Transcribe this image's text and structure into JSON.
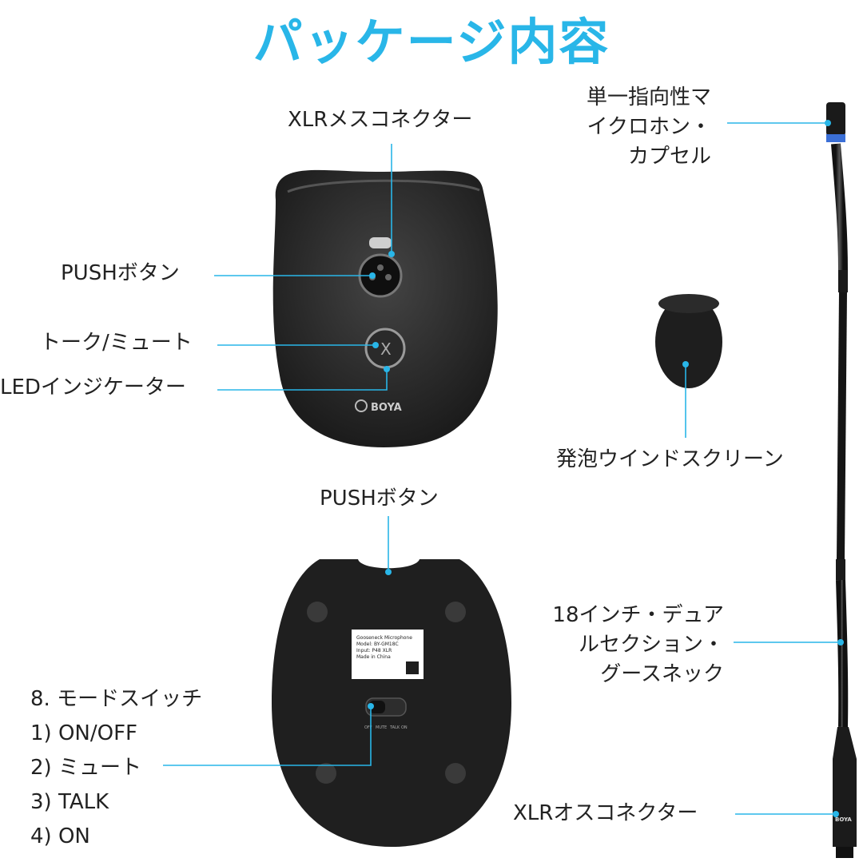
{
  "title": "パッケージ内容",
  "labels": {
    "xlr_female": "XLRメスコネクター",
    "push_button_top": "PUSHボタン",
    "talk_mute": "トーク/ミュート",
    "led_indicator": "LEDインジケーター",
    "push_button_bottom": "PUSHボタン",
    "capsule": [
      "単一指向性マ",
      "イクロホン・",
      "カプセル"
    ],
    "windscreen": "発泡ウインドスクリーン",
    "gooseneck": [
      "18インチ・デュア",
      "ルセクション・",
      "グースネック"
    ],
    "xlr_male": "XLRオスコネクター"
  },
  "mode_switch": {
    "heading": "8. モードスイッチ",
    "options": [
      "1) ON/OFF",
      "2) ミュート",
      "3) TALK",
      "4) ON"
    ]
  },
  "product_marks": {
    "brand": "BOYA",
    "label_lines": [
      "Gooseneck Microphone",
      "Model: BY-GM18C",
      "Input: P48 XLR",
      "Made in China"
    ],
    "switch_marks": [
      "OFF",
      "MUTE",
      "TALK",
      "ON"
    ]
  },
  "colors": {
    "accent": "#29b6e8",
    "leader": "#29b6e8",
    "device": "#2a2a2a"
  }
}
